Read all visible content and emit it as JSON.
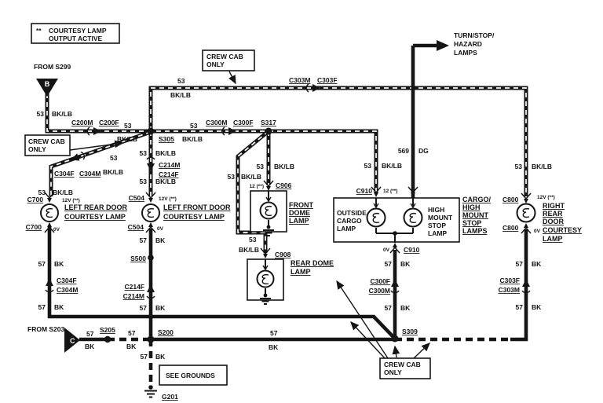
{
  "colors": {
    "ink": "#151515",
    "paper": "#ffffff"
  },
  "notes": {
    "courtesy_stars": "**",
    "courtesy1": "COURTESY LAMP",
    "courtesy2": "OUTPUT ACTIVE",
    "crew1": "CREW CAB",
    "crew2": "ONLY",
    "see_grounds": "SEE GROUNDS",
    "turn1": "TURN/STOP/",
    "turn2": "HAZARD",
    "turn3": "LAMPS",
    "from_s299": "FROM S299",
    "from_s203": "FROM S203",
    "tag_b": "B",
    "tag_c": "C"
  },
  "wire": {
    "c53": "53",
    "c57": "57",
    "c569": "569",
    "bklb": "BK/LB",
    "bk": "BK",
    "dg": "DG",
    "v12": "12V (**)",
    "p12": "12 (**)",
    "v0": "0V"
  },
  "conn": {
    "c200m": "C200M",
    "c200f": "C200F",
    "c300m": "C300M",
    "c300f": "C300F",
    "c303m": "C303M",
    "c303f": "C303F",
    "c304f": "C304F",
    "c304m": "C304M",
    "c214m": "C214M",
    "c214f": "C214F",
    "c504": "C504",
    "c700": "C700",
    "c800": "C800",
    "c906": "C906",
    "c908": "C908",
    "c910": "C910"
  },
  "splice": {
    "s305": "S305",
    "s317": "S317",
    "s500": "S500",
    "s200": "S200",
    "s205": "S205",
    "s309": "S309",
    "g201": "G201"
  },
  "device": {
    "left_rear1": "LEFT REAR DOOR",
    "left_rear2": "COURTESY LAMP",
    "left_front1": "LEFT FRONT DOOR",
    "left_front2": "COURTESY LAMP",
    "right1": "RIGHT",
    "right2": "REAR",
    "right3": "DOOR",
    "right4": "COURTESY",
    "right5": "LAMP",
    "fdome1": "FRONT",
    "fdome2": "DOME",
    "fdome3": "LAMP",
    "rdome1": "REAR DOME",
    "rdome2": "LAMP",
    "cargo1": "OUTSIDE",
    "cargo2": "CARGO",
    "cargo3": "LAMP",
    "hm1": "HIGH",
    "hm2": "MOUNT",
    "hm3": "STOP",
    "hm4": "LAMP",
    "ch1": "CARGO/",
    "ch2": "HIGH",
    "ch3": "MOUNT",
    "ch4": "STOP",
    "ch5": "LAMPS"
  }
}
